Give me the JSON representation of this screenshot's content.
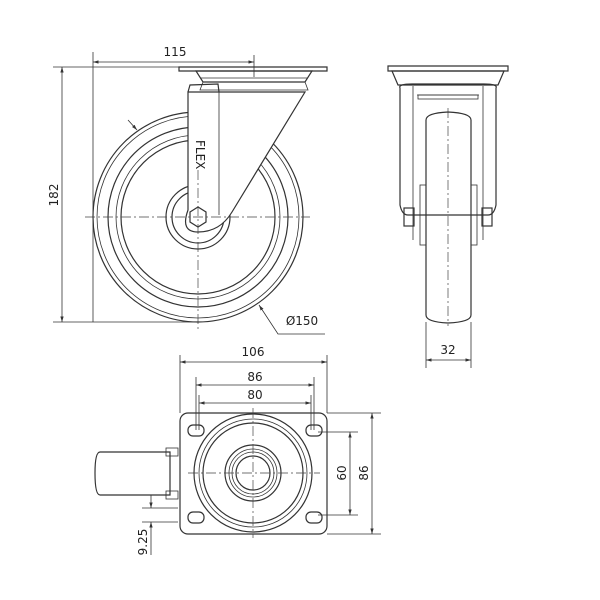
{
  "title": "Swivel castor technical drawing",
  "side_view": {
    "offset_dim": "115",
    "height_dim": "182",
    "wheel_diameter_dim": "Ø150",
    "logo_text": "FLEX"
  },
  "front_view": {
    "wheel_width_dim": "32"
  },
  "top_view": {
    "plate_width_dim": "106",
    "hole_spacing_outer_dim": "86",
    "hole_spacing_inner_dim": "80",
    "hole_spacing_vertical_dim": "60",
    "plate_height_dim": "86",
    "offset_dim": "9.25"
  }
}
